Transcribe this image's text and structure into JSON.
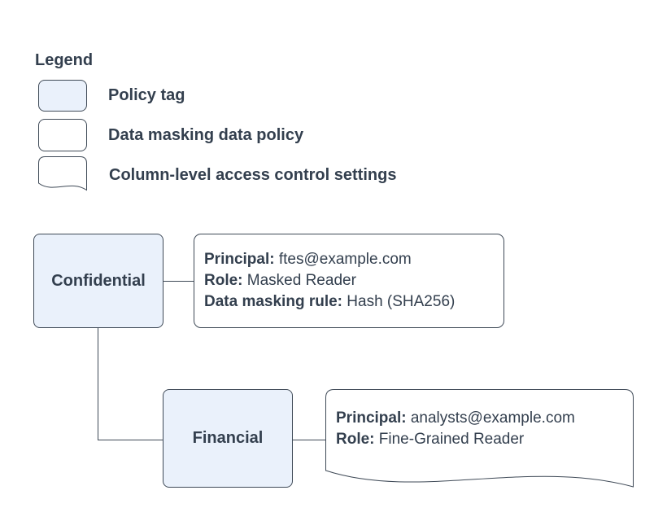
{
  "colors": {
    "policy_tag_fill": "#eaf1fb",
    "outline": "#3f4a57",
    "text": "#333f4e",
    "background": "#ffffff"
  },
  "legend": {
    "title": "Legend",
    "items": [
      {
        "name": "policy-tag",
        "label": "Policy tag"
      },
      {
        "name": "data-masking-data-policy",
        "label": "Data masking data policy"
      },
      {
        "name": "column-level-access-control-settings",
        "label": "Column-level access control settings"
      }
    ]
  },
  "diagram": {
    "policy_tags": [
      {
        "label": "Confidential"
      },
      {
        "label": "Financial"
      }
    ],
    "data_policy": {
      "lines": [
        {
          "label": "Principal:",
          "value": "ftes@example.com"
        },
        {
          "label": "Role:",
          "value": "Masked Reader"
        },
        {
          "label": "Data masking rule:",
          "value": "Hash (SHA256)"
        }
      ]
    },
    "access_settings": {
      "lines": [
        {
          "label": "Principal:",
          "value": "analysts@example.com"
        },
        {
          "label": "Role:",
          "value": "Fine-Grained Reader"
        }
      ]
    }
  }
}
